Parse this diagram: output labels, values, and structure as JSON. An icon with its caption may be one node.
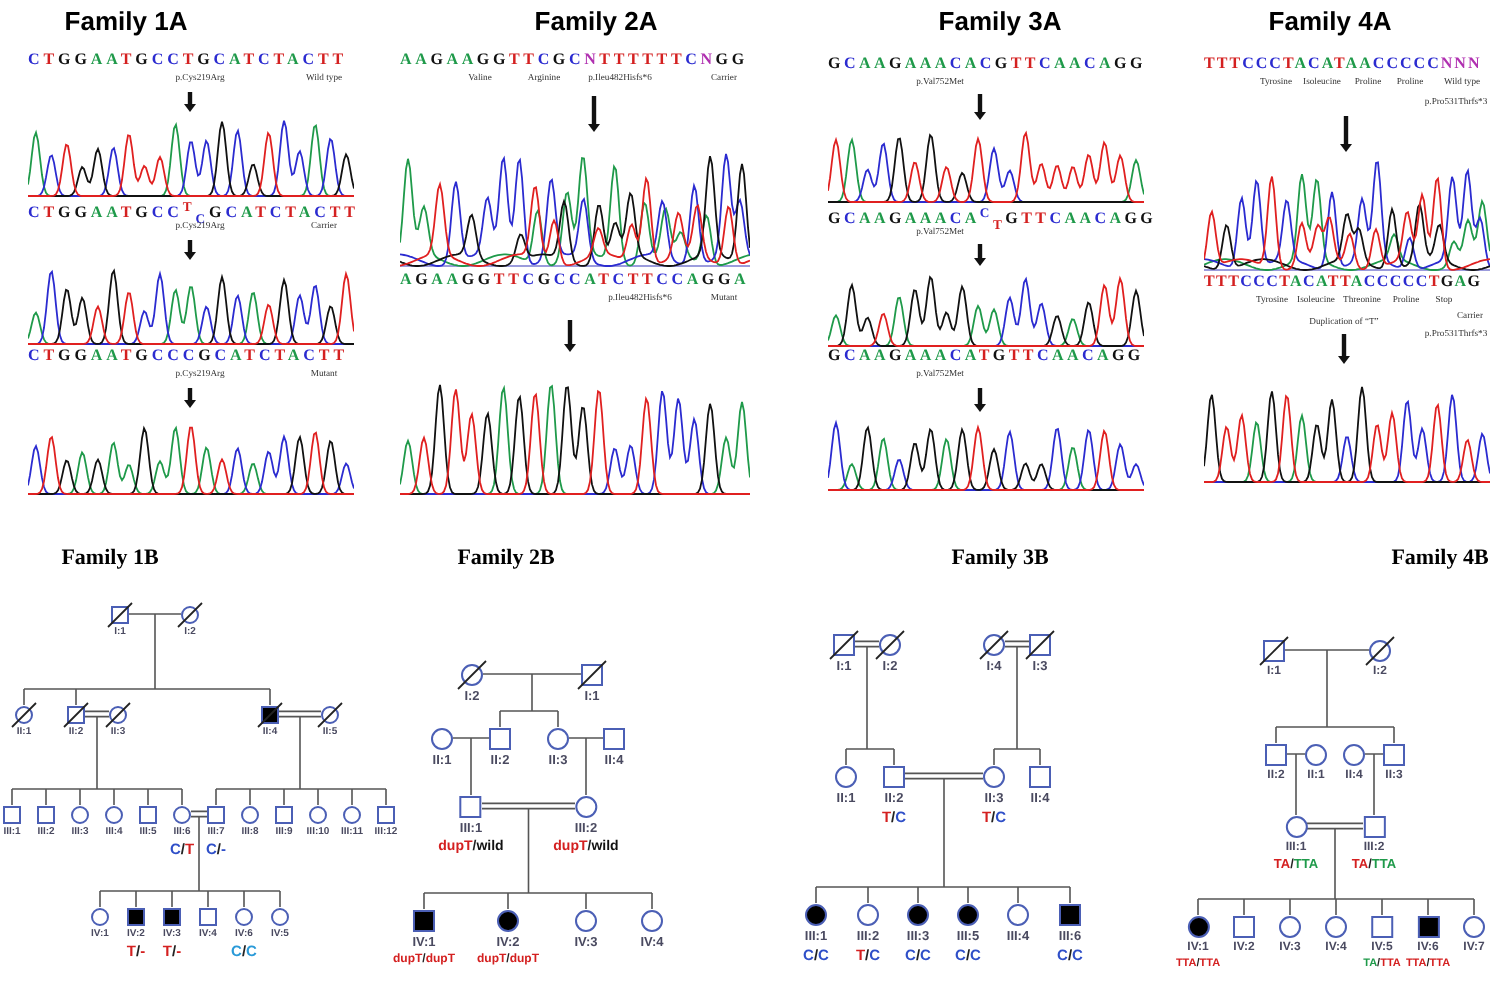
{
  "diagram": {
    "nodes": [
      {
        "text": [
          "I:1"
        ]
      },
      {
        "text": [
          "I:2"
        ]
      },
      {
        "text": [
          "II:1"
        ]
      },
      {
        "text": [
          "II:2"
        ]
      },
      {
        "text": [
          "II:3"
        ]
      },
      {
        "text": [
          "II:4"
        ]
      },
      {
        "text": [
          "II:5"
        ]
      },
      {
        "text": [
          "III:1"
        ]
      },
      {
        "text": [
          "III:2"
        ]
      },
      {
        "text": [
          "III:3"
        ]
      },
      {
        "text": [
          "III:4"
        ]
      },
      {
        "text": [
          "III:5"
        ]
      },
      {
        "text": [
          "III:6"
        ],
        "beside": [
          "C/T"
        ]
      },
      {
        "text": [
          "III:7"
        ],
        "beside": [
          "C/-"
        ]
      },
      {
        "text": [
          "III:8"
        ]
      },
      {
        "text": [
          "III:9"
        ]
      },
      {
        "text": [
          "III:10"
        ]
      },
      {
        "text": [
          "III:11"
        ]
      },
      {
        "text": [
          "III:12"
        ]
      },
      {
        "text": [
          "IV:1"
        ]
      },
      {
        "text": [
          "IV:2"
        ],
        "beside": [
          "T/-"
        ]
      },
      {
        "text": [
          "IV:3"
        ],
        "beside": [
          "T/-"
        ]
      },
      {
        "text": [
          "IV:4"
        ]
      },
      {
        "text": [
          "IV:6"
        ],
        "beside": [
          "C/C"
        ]
      },
      {
        "text": [
          "IV:5"
        ]
      },
      {
        "text": [
          "I:2"
        ]
      },
      {
        "text": [
          "I:1"
        ]
      },
      {
        "text": [
          "II:1"
        ]
      },
      {
        "text": [
          "II:2"
        ]
      },
      {
        "text": [
          "II:3"
        ]
      },
      {
        "text": [
          "II:4"
        ]
      },
      {
        "text": [
          "III:1"
        ],
        "beside": [
          "dupT/wild"
        ]
      },
      {
        "text": [
          "III:2"
        ],
        "beside": [
          "dupT/wild"
        ]
      },
      {
        "text": [
          "IV:1"
        ],
        "beside": [
          "dupT/dupT"
        ]
      },
      {
        "text": [
          "IV:2"
        ],
        "beside": [
          "dupT/dupT"
        ]
      },
      {
        "text": [
          "IV:3"
        ]
      },
      {
        "text": [
          "IV:4"
        ]
      },
      {
        "text": [
          "I:1"
        ]
      },
      {
        "text": [
          "I:2"
        ]
      },
      {
        "text": [
          "I:4"
        ]
      },
      {
        "text": [
          "I:3"
        ]
      },
      {
        "text": [
          "II:1"
        ]
      },
      {
        "text": [
          "II:2"
        ],
        "beside": [
          "T/C"
        ]
      },
      {
        "text": [
          "II:3"
        ],
        "beside": [
          "T/C"
        ]
      },
      {
        "text": [
          "II:4"
        ]
      },
      {
        "text": [
          "III:1"
        ],
        "beside": [
          "C/C"
        ]
      },
      {
        "text": [
          "III:2"
        ],
        "beside": [
          "T/C"
        ]
      },
      {
        "text": [
          "III:3"
        ],
        "beside": [
          "C/C"
        ]
      },
      {
        "text": [
          "III:5"
        ],
        "beside": [
          "C/C"
        ]
      },
      {
        "text": [
          "III:4"
        ]
      },
      {
        "text": [
          "III:6"
        ],
        "beside": [
          "C/C"
        ]
      },
      {
        "text": [
          "I:1"
        ]
      },
      {
        "text": [
          "I:2"
        ]
      },
      {
        "text": [
          "II:2"
        ]
      },
      {
        "text": [
          "II:1"
        ]
      },
      {
        "text": [
          "II:4"
        ]
      },
      {
        "text": [
          "II:3"
        ]
      },
      {
        "text": [
          "III:1"
        ],
        "beside": [
          "TA/TTA"
        ]
      },
      {
        "text": [
          "III:2"
        ],
        "beside": [
          "TA/TTA"
        ]
      },
      {
        "text": [
          "IV:1"
        ],
        "beside": [
          "TTA/TTA"
        ]
      },
      {
        "text": [
          "IV:2"
        ]
      },
      {
        "text": [
          "IV:3"
        ]
      },
      {
        "text": [
          "IV:4"
        ]
      },
      {
        "text": [
          "IV:5"
        ],
        "beside": [
          "TA/TTA"
        ]
      },
      {
        "text": [
          "IV:6"
        ],
        "beside": [
          "TTA/TTA"
        ]
      },
      {
        "text": [
          "IV:7"
        ]
      }
    ],
    "edges": [
      {
        "from": 0,
        "to": 1,
        "arrow": "none"
      },
      {
        "from": 0,
        "to": 2,
        "arrow": "none"
      },
      {
        "from": 1,
        "to": 2,
        "arrow": "none"
      },
      {
        "from": 0,
        "to": 3,
        "arrow": "none"
      },
      {
        "from": 1,
        "to": 3,
        "arrow": "none"
      },
      {
        "from": 0,
        "to": 5,
        "arrow": "none"
      },
      {
        "from": 1,
        "to": 5,
        "arrow": "none"
      },
      {
        "from": 3,
        "to": 4,
        "arrow": "none"
      },
      {
        "from": 3,
        "to": 7,
        "arrow": "none"
      },
      {
        "from": 4,
        "to": 7,
        "arrow": "none"
      },
      {
        "from": 3,
        "to": 8,
        "arrow": "none"
      },
      {
        "from": 4,
        "to": 8,
        "arrow": "none"
      },
      {
        "from": 3,
        "to": 9,
        "arrow": "none"
      },
      {
        "from": 4,
        "to": 9,
        "arrow": "none"
      },
      {
        "from": 3,
        "to": 10,
        "arrow": "none"
      },
      {
        "from": 4,
        "to": 10,
        "arrow": "none"
      },
      {
        "from": 3,
        "to": 11,
        "arrow": "none"
      },
      {
        "from": 4,
        "to": 11,
        "arrow": "none"
      },
      {
        "from": 3,
        "to": 12,
        "arrow": "none"
      },
      {
        "from": 4,
        "to": 12,
        "arrow": "none"
      },
      {
        "from": 5,
        "to": 6,
        "arrow": "none"
      },
      {
        "from": 5,
        "to": 13,
        "arrow": "none"
      },
      {
        "from": 6,
        "to": 13,
        "arrow": "none"
      },
      {
        "from": 5,
        "to": 14,
        "arrow": "none"
      },
      {
        "from": 6,
        "to": 14,
        "arrow": "none"
      },
      {
        "from": 5,
        "to": 15,
        "arrow": "none"
      },
      {
        "from": 6,
        "to": 15,
        "arrow": "none"
      },
      {
        "from": 5,
        "to": 16,
        "arrow": "none"
      },
      {
        "from": 6,
        "to": 16,
        "arrow": "none"
      },
      {
        "from": 5,
        "to": 17,
        "arrow": "none"
      },
      {
        "from": 6,
        "to": 17,
        "arrow": "none"
      },
      {
        "from": 5,
        "to": 18,
        "arrow": "none"
      },
      {
        "from": 6,
        "to": 18,
        "arrow": "none"
      },
      {
        "from": 12,
        "to": 13,
        "arrow": "none"
      },
      {
        "from": 12,
        "to": 19,
        "arrow": "none"
      },
      {
        "from": 13,
        "to": 19,
        "arrow": "none"
      },
      {
        "from": 12,
        "to": 20,
        "arrow": "none"
      },
      {
        "from": 13,
        "to": 20,
        "arrow": "none"
      },
      {
        "from": 12,
        "to": 21,
        "arrow": "none"
      },
      {
        "from": 13,
        "to": 21,
        "arrow": "none"
      },
      {
        "from": 12,
        "to": 22,
        "arrow": "none"
      },
      {
        "from": 13,
        "to": 22,
        "arrow": "none"
      },
      {
        "from": 12,
        "to": 23,
        "arrow": "none"
      },
      {
        "from": 13,
        "to": 23,
        "arrow": "none"
      },
      {
        "from": 12,
        "to": 24,
        "arrow": "none"
      },
      {
        "from": 13,
        "to": 24,
        "arrow": "none"
      },
      {
        "from": 25,
        "to": 26,
        "arrow": "none"
      },
      {
        "from": 25,
        "to": 28,
        "arrow": "none"
      },
      {
        "from": 26,
        "to": 28,
        "arrow": "none"
      },
      {
        "from": 25,
        "to": 29,
        "arrow": "none"
      },
      {
        "from": 26,
        "to": 29,
        "arrow": "none"
      },
      {
        "from": 27,
        "to": 28,
        "arrow": "none"
      },
      {
        "from": 27,
        "to": 31,
        "arrow": "none"
      },
      {
        "from": 28,
        "to": 31,
        "arrow": "none"
      },
      {
        "from": 29,
        "to": 30,
        "arrow": "none"
      },
      {
        "from": 29,
        "to": 32,
        "arrow": "none"
      },
      {
        "from": 30,
        "to": 32,
        "arrow": "none"
      },
      {
        "from": 31,
        "to": 32,
        "arrow": "none"
      },
      {
        "from": 31,
        "to": 33,
        "arrow": "none"
      },
      {
        "from": 32,
        "to": 33,
        "arrow": "none"
      },
      {
        "from": 31,
        "to": 34,
        "arrow": "none"
      },
      {
        "from": 32,
        "to": 34,
        "arrow": "none"
      },
      {
        "from": 31,
        "to": 35,
        "arrow": "none"
      },
      {
        "from": 32,
        "to": 35,
        "arrow": "none"
      },
      {
        "from": 31,
        "to": 36,
        "arrow": "none"
      },
      {
        "from": 32,
        "to": 36,
        "arrow": "none"
      },
      {
        "from": 37,
        "to": 38,
        "arrow": "none"
      },
      {
        "from": 37,
        "to": 41,
        "arrow": "none"
      },
      {
        "from": 38,
        "to": 41,
        "arrow": "none"
      },
      {
        "from": 37,
        "to": 42,
        "arrow": "none"
      },
      {
        "from": 38,
        "to": 42,
        "arrow": "none"
      },
      {
        "from": 39,
        "to": 40,
        "arrow": "none"
      },
      {
        "from": 39,
        "to": 43,
        "arrow": "none"
      },
      {
        "from": 40,
        "to": 43,
        "arrow": "none"
      },
      {
        "from": 39,
        "to": 44,
        "arrow": "none"
      },
      {
        "from": 40,
        "to": 44,
        "arrow": "none"
      },
      {
        "from": 42,
        "to": 43,
        "arrow": "none"
      },
      {
        "from": 42,
        "to": 45,
        "arrow": "none"
      },
      {
        "from": 43,
        "to": 45,
        "arrow": "none"
      },
      {
        "from": 42,
        "to": 46,
        "arrow": "none"
      },
      {
        "from": 43,
        "to": 46,
        "arrow": "none"
      },
      {
        "from": 42,
        "to": 47,
        "arrow": "none"
      },
      {
        "from": 43,
        "to": 47,
        "arrow": "none"
      },
      {
        "from": 42,
        "to": 48,
        "arrow": "none"
      },
      {
        "from": 43,
        "to": 48,
        "arrow": "none"
      },
      {
        "from": 42,
        "to": 49,
        "arrow": "none"
      },
      {
        "from": 43,
        "to": 49,
        "arrow": "none"
      },
      {
        "from": 42,
        "to": 50,
        "arrow": "none"
      },
      {
        "from": 43,
        "to": 50,
        "arrow": "none"
      },
      {
        "from": 51,
        "to": 52,
        "arrow": "none"
      },
      {
        "from": 51,
        "to": 53,
        "arrow": "none"
      },
      {
        "from": 52,
        "to": 53,
        "arrow": "none"
      },
      {
        "from": 51,
        "to": 56,
        "arrow": "none"
      },
      {
        "from": 52,
        "to": 56,
        "arrow": "none"
      },
      {
        "from": 53,
        "to": 54,
        "arrow": "none"
      },
      {
        "from": 53,
        "to": 57,
        "arrow": "none"
      },
      {
        "from": 54,
        "to": 57,
        "arrow": "none"
      },
      {
        "from": 55,
        "to": 56,
        "arrow": "none"
      },
      {
        "from": 55,
        "to": 58,
        "arrow": "none"
      },
      {
        "from": 56,
        "to": 58,
        "arrow": "none"
      },
      {
        "from": 57,
        "to": 58,
        "arrow": "none"
      },
      {
        "from": 57,
        "to": 59,
        "arrow": "none"
      },
      {
        "from": 58,
        "to": 59,
        "arrow": "none"
      },
      {
        "from": 57,
        "to": 60,
        "arrow": "none"
      },
      {
        "from": 58,
        "to": 60,
        "arrow": "none"
      },
      {
        "from": 57,
        "to": 61,
        "arrow": "none"
      },
      {
        "from": 58,
        "to": 61,
        "arrow": "none"
      },
      {
        "from": 57,
        "to": 62,
        "arrow": "none"
      },
      {
        "from": 58,
        "to": 62,
        "arrow": "none"
      },
      {
        "from": 57,
        "to": 63,
        "arrow": "none"
      },
      {
        "from": 58,
        "to": 63,
        "arrow": "none"
      },
      {
        "from": 57,
        "to": 64,
        "arrow": "none"
      },
      {
        "from": 58,
        "to": 64,
        "arrow": "none"
      },
      {
        "from": 57,
        "to": 65,
        "arrow": "none"
      },
      {
        "from": 58,
        "to": 65,
        "arrow": "none"
      }
    ],
    "labels": [
      "Family 1A",
      "Family 2A",
      "Family 3A",
      "Family 4A",
      "CTGGAATGCCTGCATCTACTT",
      "p.Cys219Arg",
      "Wild type",
      "AAGAAGGTTCGCNTTTTTTCNGG",
      "Valine",
      "Arginine",
      "p.Ileu482Hisfs*6",
      "Carrier",
      "GCAAGAAACACGTTCAACAGG",
      "p.Val752Met",
      "TTTCCCTACATAACCCCCNNN",
      "Tyrosine",
      "Isoleucine",
      "Proline",
      "Proline",
      "Wild type",
      "p.Pro531Thrfs*3",
      "CTGGAATGCC$^{T}$$_{C}$GCATCTACTT",
      "p.Cys219Arg",
      "Carrier",
      "AGAAGGTTCGCCATCTTCCAGGA",
      "p.Ileu482Hisfs*6",
      "Mutant",
      "GCAAGAAACA$^{C}$$_{T}$GTTCAACAGG",
      "p.Val752Met",
      "TTTCCCTACATTACCCCCTGAG",
      "Tyrosine",
      "Isoleucine",
      "Threonine",
      "Proline",
      "Stop",
      "Carrier",
      "Duplication of “T”",
      "p.Pro531Thrfs*3",
      "CTGGAATGCCCGCATCTACTT",
      "p.Cys219Arg",
      "Mutant",
      "GCAAGAAACATGTTCAACAGG",
      "p.Val752Met",
      "Family 1B",
      "Family 2B",
      "Family 3B",
      "Family 4B"
    ]
  }
}
